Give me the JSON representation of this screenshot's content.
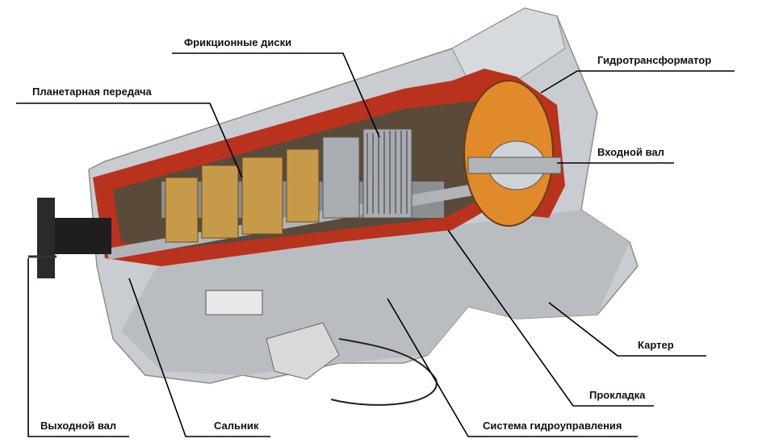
{
  "labels": {
    "friction_discs": "Фрикционные диски",
    "planetary_gear": "Планетарная передача",
    "torque_converter": "Гидротрансформатор",
    "input_shaft": "Входной вал",
    "housing": "Картер",
    "gasket": "Прокладка",
    "hydraulic_control": "Система гидроуправления",
    "oil_seal": "Сальник",
    "output_shaft": "Выходной вал"
  },
  "colors": {
    "casing_red": "#b8321e",
    "body_gray": "#c9ccd0",
    "gear_gold": "#c79a4a",
    "converter_orange": "#e08a2c"
  }
}
